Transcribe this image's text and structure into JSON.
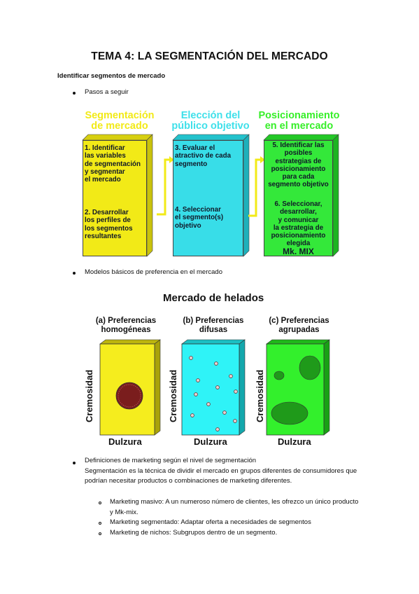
{
  "title": "TEMA 4: LA SEGMENTACIÓN DEL MERCADO",
  "subheading": "Identificar segmentos de mercado",
  "bullets": {
    "pasos": "Pasos a seguir",
    "modelos": "Modelos básicos de preferencia en el mercado",
    "definiciones_title": "Definiciones de marketing según el nivel de segmentación",
    "definiciones_body": "Segmentación es la técnica de dividir el mercado en grupos diferentes de consumidores que podrían necesitar productos o combinaciones de marketing diferentes.",
    "subitems": [
      "Marketing masivo: A un numeroso número de clientes, les ofrezco un único producto y Mk-mix.",
      "Marketing segmentado: Adaptar oferta a necesidades de segmentos",
      "Marketing de nichos: Subgrupos dentro de un segmento."
    ]
  },
  "process_diagram": {
    "headers": [
      "Segmentación\nde mercado",
      "Elección del\npúblico objetivo",
      "Posicionamiento\nen el mercado"
    ],
    "colors": {
      "yellow": "#f2ea17",
      "cyan": "#38dde8",
      "green": "#34e83a",
      "yellow_header": "#f2ea17",
      "cyan_header": "#3fe0ea",
      "green_header": "#37ef29"
    },
    "box1": [
      "1.  Identificar\nlas variables\nde segmentación\ny segmentar\nel mercado",
      "2.  Desarrollar\nlos perfiles de\nlos segmentos\nresultantes"
    ],
    "box2": [
      "3.  Evaluar el\natractivo de cada\nsegmento",
      "4.  Seleccionar\nel segmento(s)\nobjetivo"
    ],
    "box3": [
      "5.  Identificar las\nposibles\nestrategias de\nposicionamiento\npara cada\nsegmento objetivo",
      "6.  Seleccionar,\ndesarrollar,\ny comunicar\nla estrategia de\nposicionamiento\nelegida",
      "Mk. MIX"
    ]
  },
  "preference_diagram": {
    "title": "Mercado de helados",
    "panels": [
      {
        "label": "(a) Preferencias\nhomogéneas",
        "color": "#f5ed1e"
      },
      {
        "label": "(b) Preferencias\ndifusas",
        "color": "#2ff3f7"
      },
      {
        "label": "(c) Preferencias\nagrupadas",
        "color": "#33f02c"
      }
    ],
    "y_axis": "Cremosidad",
    "x_axis": "Dulzura"
  }
}
